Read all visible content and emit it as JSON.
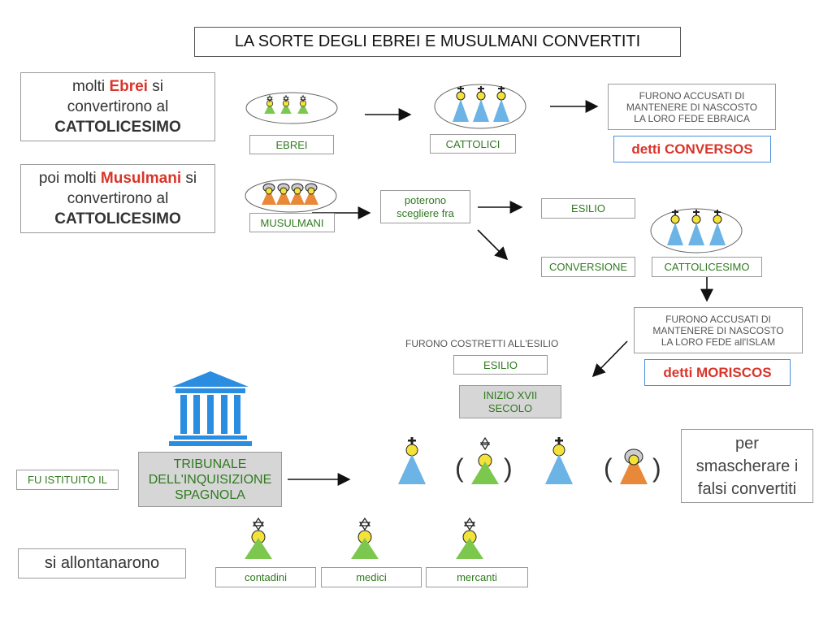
{
  "title": "LA SORTE DEGLI EBREI  E MUSULMANI CONVERTITI",
  "ebrei_box": {
    "pre": "molti ",
    "highlight": "Ebrei",
    "post": " si",
    "line2": "convertirono al",
    "line3": "CATTOLICESIMO"
  },
  "musulmani_box": {
    "pre": "poi molti ",
    "highlight": "Musulmani",
    "post": " si",
    "line2": "convertirono al",
    "line3": "CATTOLICESIMO"
  },
  "labels": {
    "ebrei": "EBREI",
    "cattolici": "CATTOLICI",
    "musulmani": "MUSULMANI",
    "poterono": "poterono scegliere fra",
    "esilio": "ESILIO",
    "conversione": "CONVERSIONE",
    "cattolicesimo": "CATTOLICESIMO",
    "esilio2": "ESILIO",
    "inizio": "INIZIO XVII SECOLO",
    "contadini": "contadini",
    "medici": "medici",
    "mercanti": "mercanti",
    "fu_istituito": "FU ISTITUITO IL"
  },
  "accusa_ebrei": [
    "FURONO ACCUSATI DI",
    "MANTENERE DI NASCOSTO",
    "LA LORO FEDE EBRAICA"
  ],
  "accusa_islam": [
    "FURONO ACCUSATI DI",
    "MANTENERE DI NASCOSTO",
    "LA LORO FEDE all'ISLAM"
  ],
  "conversos": "detti CONVERSOS",
  "moriscos": "detti MORISCOS",
  "costretti": "FURONO COSTRETTI ALL'ESILIO",
  "tribunale": [
    "TRIBUNALE",
    "DELL'INQUISIZIONE",
    "SPAGNOLA"
  ],
  "smascherare": [
    "per",
    "smascherare i",
    "falsi convertiti"
  ],
  "allontanarono": "si allontanarono",
  "parens": {
    "open": "(",
    "close": ")"
  },
  "colors": {
    "green_fig": "#7cc84f",
    "blue_fig": "#6cb4e6",
    "orange_fig": "#e8893a",
    "yellow_head": "#f2e23a",
    "red_text": "#d9352a",
    "green_text": "#2f7a1f",
    "temple_blue": "#2b8de0"
  }
}
